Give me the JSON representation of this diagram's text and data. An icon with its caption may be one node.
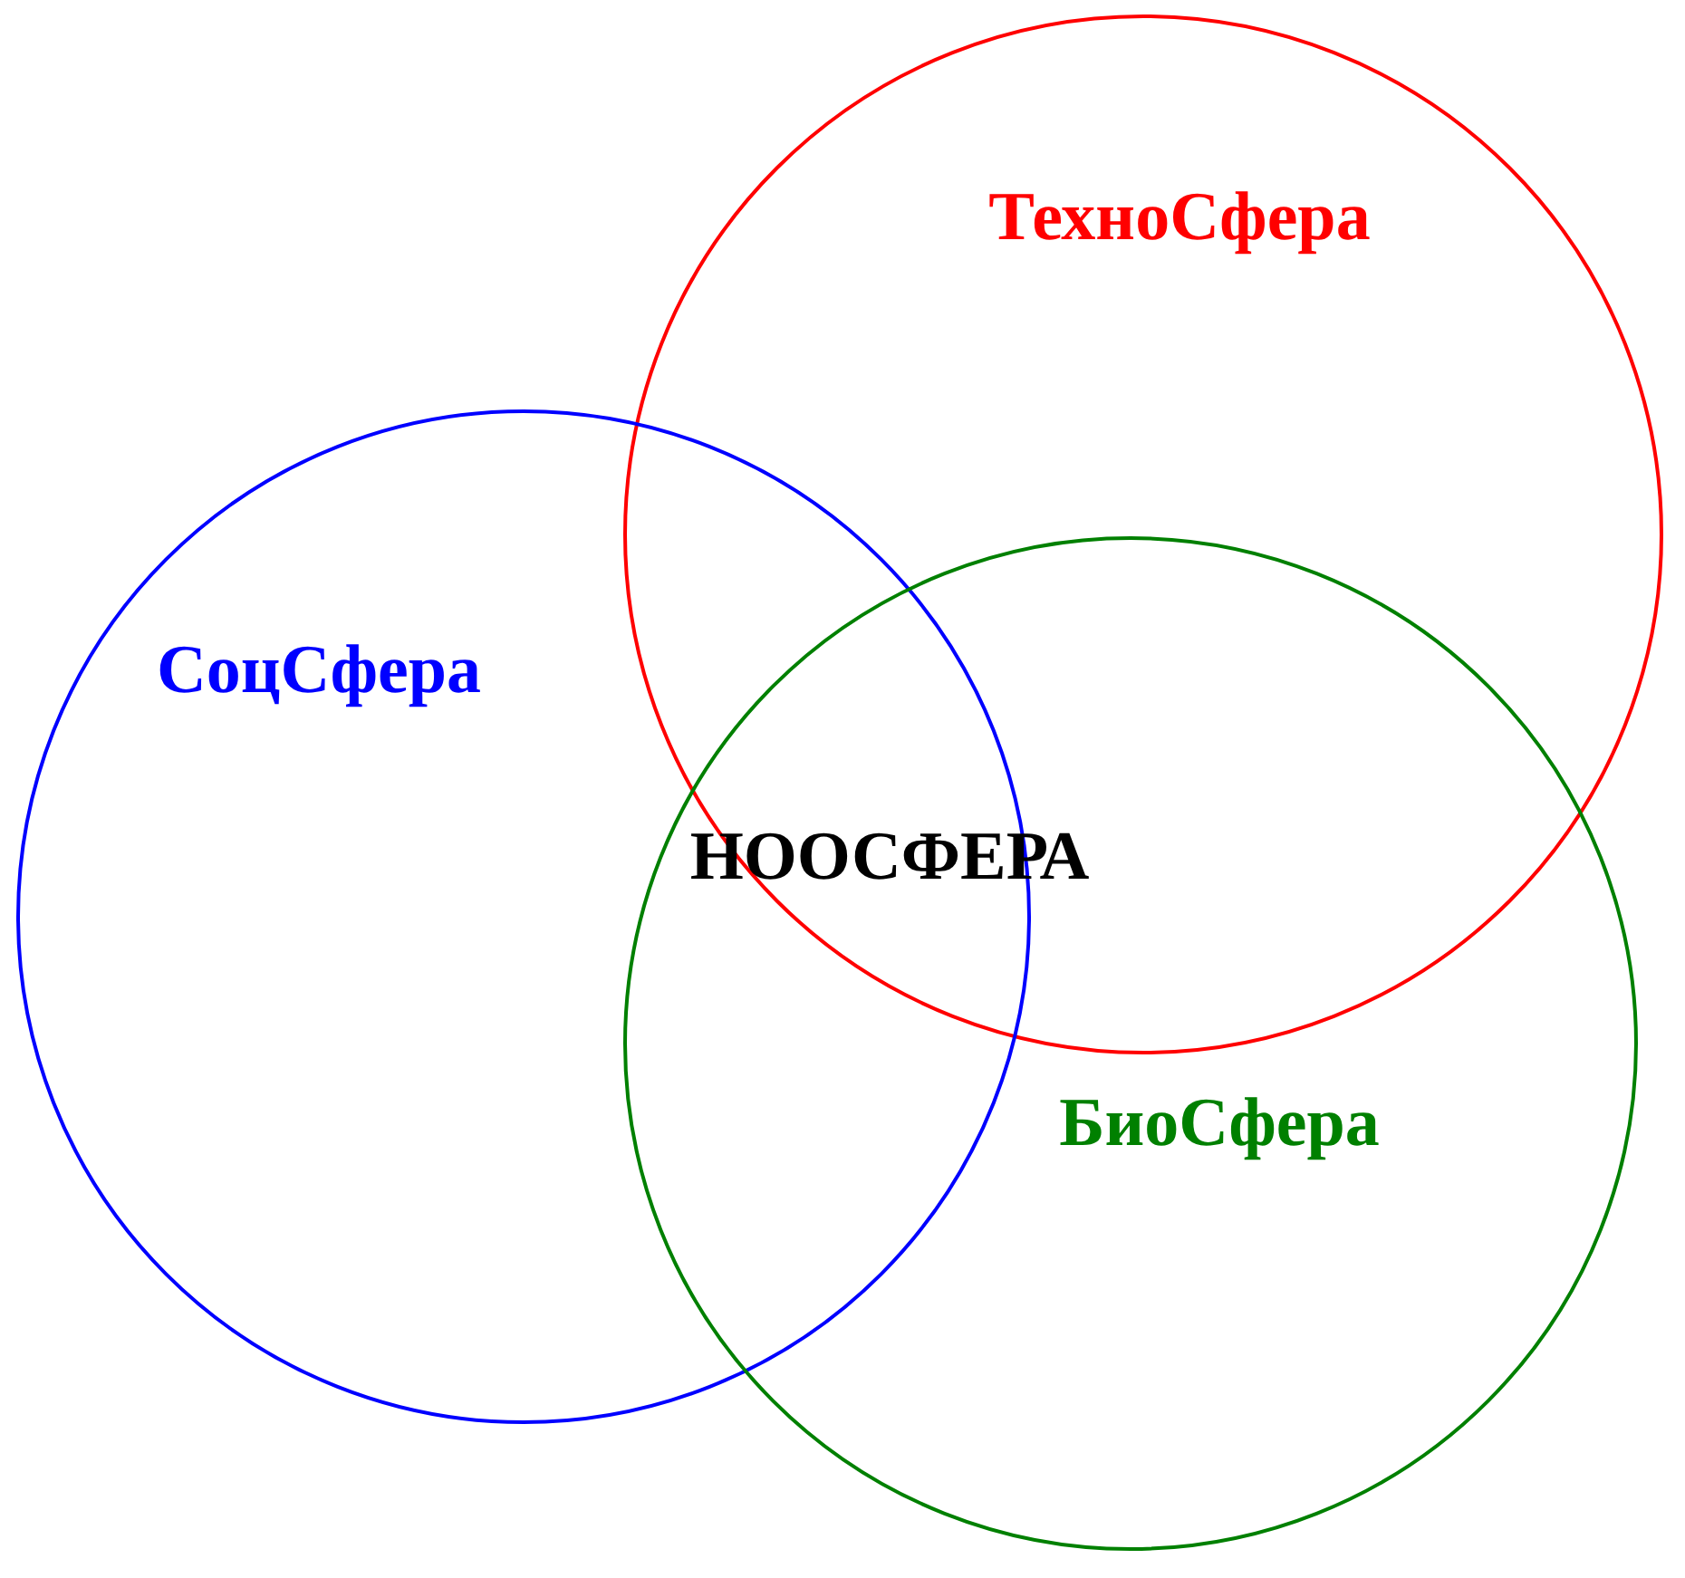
{
  "diagram": {
    "nodes": [
      {
        "text": [
          "ТехноСфера"
        ]
      },
      {
        "text": [
          "СоцСфера"
        ]
      },
      {
        "text": [
          "БиоСфера"
        ]
      }
    ],
    "labels": [
      "НООСФЕРА"
    ]
  }
}
